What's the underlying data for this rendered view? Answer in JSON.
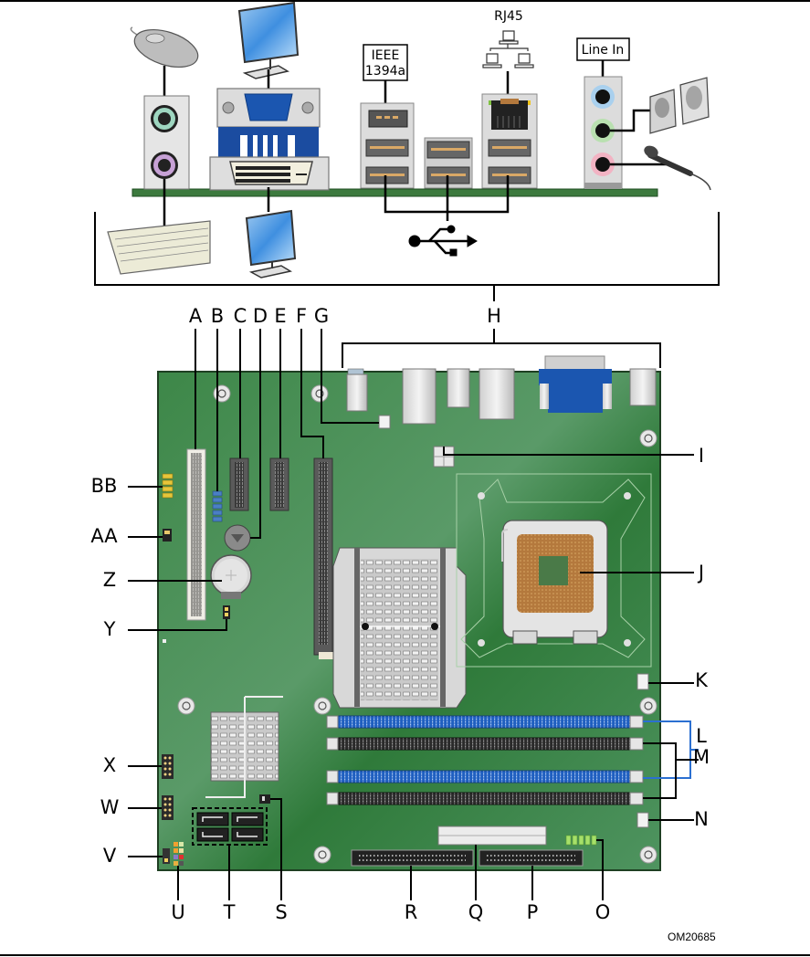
{
  "figure_id": "OM20685",
  "back_panel": {
    "labels": {
      "firewire": [
        "IEEE",
        "1394a"
      ],
      "lan": "RJ45",
      "audio": "Line In"
    },
    "devices": [
      "mouse",
      "keyboard",
      "vga-monitor",
      "dvi-monitor",
      "speakers",
      "microphone",
      "network",
      "usb"
    ]
  },
  "callouts": [
    {
      "id": "A",
      "component": "pci-slot"
    },
    {
      "id": "B",
      "component": "header-b"
    },
    {
      "id": "C",
      "component": "pcie-x1-slot-1"
    },
    {
      "id": "D",
      "component": "buzzer"
    },
    {
      "id": "E",
      "component": "pcie-x1-slot-2"
    },
    {
      "id": "F",
      "component": "pcie-x16-slot"
    },
    {
      "id": "G",
      "component": "fan-header-rear"
    },
    {
      "id": "H",
      "component": "back-panel-connectors"
    },
    {
      "id": "I",
      "component": "atx12v-power-connector"
    },
    {
      "id": "J",
      "component": "processor-socket"
    },
    {
      "id": "K",
      "component": "processor-fan-header"
    },
    {
      "id": "L",
      "component": "dimm-blue-channel"
    },
    {
      "id": "M",
      "component": "dimm-black-channel"
    },
    {
      "id": "N",
      "component": "fan-header-front"
    },
    {
      "id": "O",
      "component": "header-o"
    },
    {
      "id": "P",
      "component": "ide-connector-p"
    },
    {
      "id": "Q",
      "component": "main-power-connector"
    },
    {
      "id": "R",
      "component": "ide-connector-r"
    },
    {
      "id": "S",
      "component": "jumper-s"
    },
    {
      "id": "T",
      "component": "sata-connectors"
    },
    {
      "id": "U",
      "component": "front-panel-header"
    },
    {
      "id": "V",
      "component": "jumper-v"
    },
    {
      "id": "W",
      "component": "usb-header-w"
    },
    {
      "id": "X",
      "component": "usb-header-x"
    },
    {
      "id": "Y",
      "component": "jumper-y"
    },
    {
      "id": "Z",
      "component": "battery"
    },
    {
      "id": "AA",
      "component": "jumper-aa"
    },
    {
      "id": "BB",
      "component": "header-bb"
    }
  ],
  "colors": {
    "board": "#3f8a4c",
    "board_dark": "#2f7038",
    "dimm_blue": "#1f5fc0",
    "dimm_black": "#222222",
    "callout_blue": "#2b6fd1",
    "connector_blue": "#1b56b0"
  }
}
